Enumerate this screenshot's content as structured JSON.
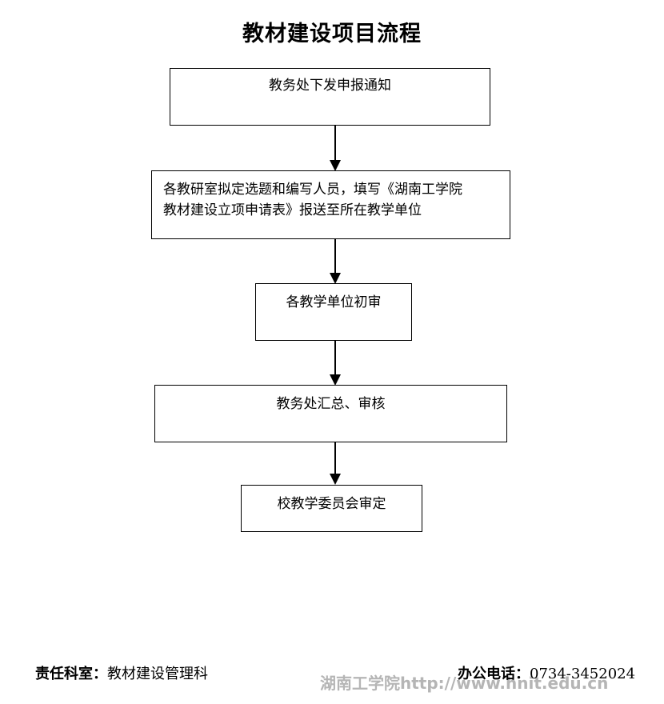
{
  "title": "教材建设项目流程",
  "steps": [
    {
      "lines": [
        "教务处下发申报通知"
      ]
    },
    {
      "lines": [
        "各教研室拟定选题和编写人员，填写《湖南工学院",
        "教材建设立项申请表》报送至所在教学单位"
      ]
    },
    {
      "lines": [
        "各教学单位初审"
      ]
    },
    {
      "lines": [
        "教务处汇总、审核"
      ]
    },
    {
      "lines": [
        "校教学委员会审定"
      ]
    }
  ],
  "footer": {
    "dept_label": "责任科室：",
    "dept_value": "教材建设管理科",
    "phone_label": "办公电话：",
    "phone_value": "0734-3452024"
  },
  "watermark": "湖南工学院http://www.hnit.edu.cn"
}
